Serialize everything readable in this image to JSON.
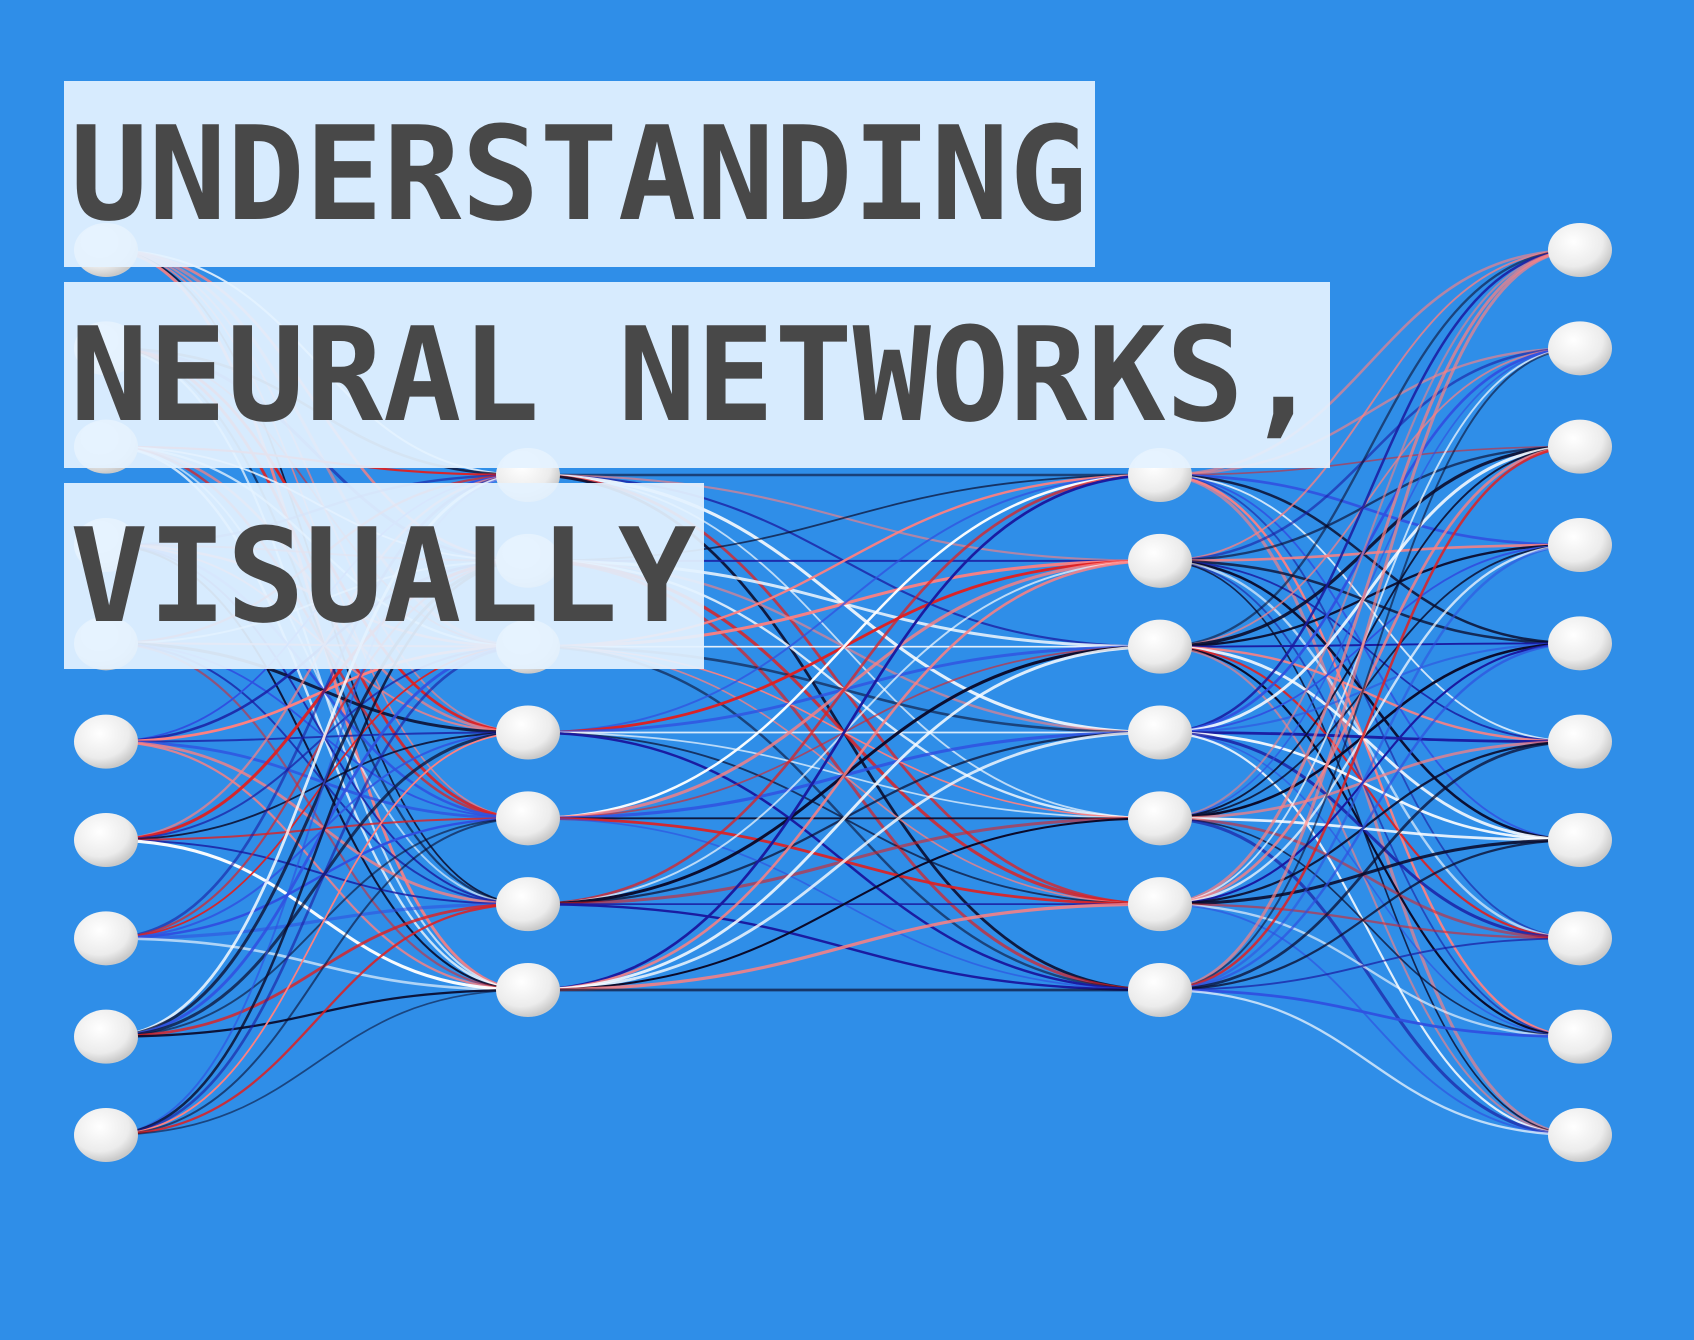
{
  "title": {
    "line1": "UNDERSTANDING",
    "line2": "NEURAL NETWORKS,",
    "line3": "VISUALLY"
  },
  "network": {
    "layers": [
      10,
      7,
      7,
      10
    ],
    "edge_colors": [
      "#0a0a2a",
      "#1a1aa0",
      "#3050e0",
      "#ffffff",
      "#e02020",
      "#ff8080"
    ],
    "background_color": "#2f8ee8",
    "node_color": "#f2f2f2"
  }
}
